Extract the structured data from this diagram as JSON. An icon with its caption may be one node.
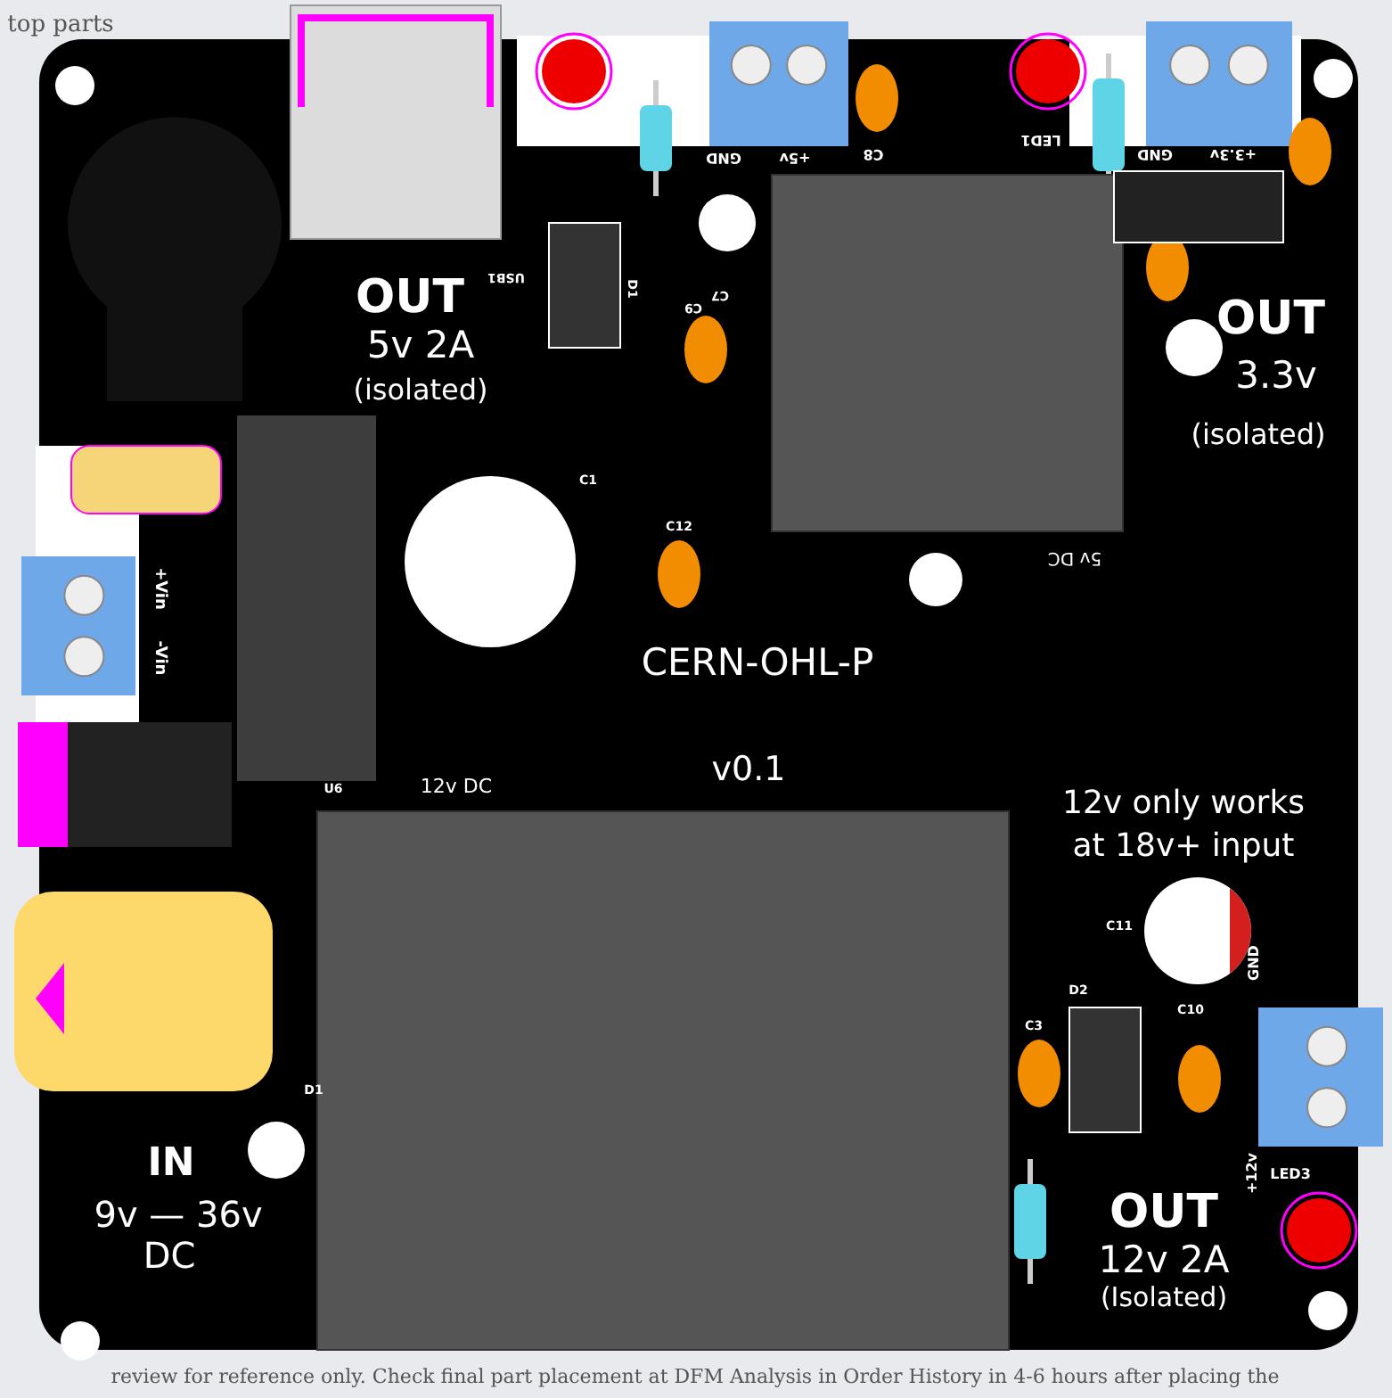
{
  "diagram": {
    "labels": [
      "top parts",
      "GND",
      "+5v",
      "C8",
      "LED1",
      "USB1",
      "D1",
      "C9",
      "C7",
      "GND",
      "+3.3v",
      "OUT",
      "5v 2A",
      "(isolated)",
      "OUT",
      "3.3v",
      "(isolated)",
      "C1",
      "C12",
      "+Vin",
      "-Vin",
      "CERN-OHL-P",
      "v0.1",
      "5v DC",
      "U6",
      "12v DC",
      "12v only works",
      "at 18v+ input",
      "C11",
      "GND",
      "D2",
      "C3",
      "C10",
      "+12v",
      "LED3",
      "OUT",
      "12v 2A",
      "(Isolated)",
      "IN",
      "9v — 36v",
      "DC",
      "D1",
      "review for reference only. Check final part placement at DFM Analysis in Order History in 4-6 hours after placing the"
    ]
  }
}
